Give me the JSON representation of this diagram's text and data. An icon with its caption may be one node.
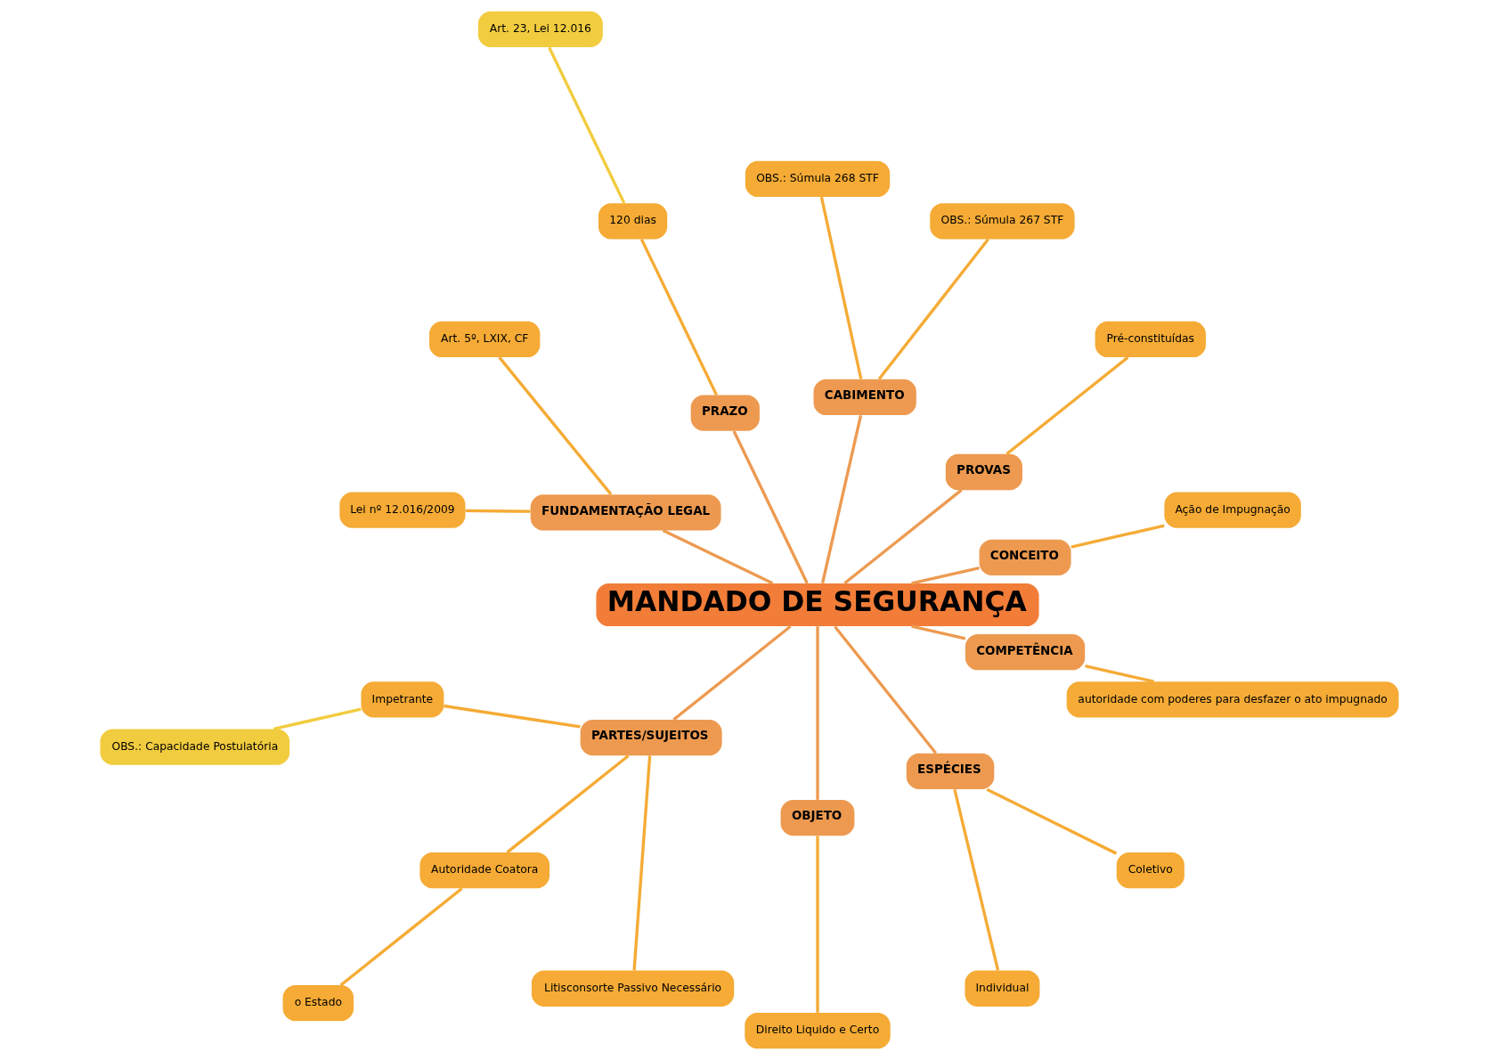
{
  "diagram": {
    "nodes": [
      {
        "text": [
          "MANDADO DE SEGURANÇA"
        ]
      },
      {
        "text": [
          "CONCEITO"
        ]
      },
      {
        "text": [
          "Ação de Impugnação"
        ]
      },
      {
        "text": [
          "PROVAS"
        ]
      },
      {
        "text": [
          "Pré-constituídas"
        ]
      },
      {
        "text": [
          "CABIMENTO"
        ]
      },
      {
        "text": [
          "OBS.: Súmula 267 STF"
        ]
      },
      {
        "text": [
          "OBS.: Súmula 268 STF"
        ]
      },
      {
        "text": [
          "PRAZO"
        ]
      },
      {
        "text": [
          "120 dias"
        ]
      },
      {
        "text": [
          "Art. 23, Lei 12.016"
        ]
      },
      {
        "text": [
          "FUNDAMENTAÇÃO LEGAL"
        ]
      },
      {
        "text": [
          "Art. 5º, LXIX, CF"
        ]
      },
      {
        "text": [
          "Lei nº 12.016/2009"
        ]
      },
      {
        "text": [
          "PARTES/SUJEITOS"
        ]
      },
      {
        "text": [
          "Impetrante"
        ]
      },
      {
        "text": [
          "OBS.: Capacidade Postulatória"
        ]
      },
      {
        "text": [
          "Autoridade Coatora"
        ]
      },
      {
        "text": [
          "o Estado"
        ]
      },
      {
        "text": [
          "Litisconsorte Passivo Necessário"
        ]
      },
      {
        "text": [
          "OBJETO"
        ]
      },
      {
        "text": [
          "Direito Liquido e Certo"
        ]
      },
      {
        "text": [
          "ESPÉCIES"
        ]
      },
      {
        "text": [
          "Individual"
        ]
      },
      {
        "text": [
          "Coletivo"
        ]
      },
      {
        "text": [
          "COMPETÊNCIA"
        ]
      },
      {
        "text": [
          "autoridade com poderes para desfazer o ato impugnado"
        ]
      }
    ],
    "edges": [
      {
        "from": 0,
        "to": 1,
        "arrow": "none",
        "color": "#ed9a50"
      },
      {
        "from": 1,
        "to": 2,
        "arrow": "none"
      },
      {
        "from": 0,
        "to": 3,
        "arrow": "none",
        "color": "#ed9a50"
      },
      {
        "from": 3,
        "to": 4,
        "arrow": "none"
      },
      {
        "from": 0,
        "to": 5,
        "arrow": "none",
        "color": "#ed9a50"
      },
      {
        "from": 5,
        "to": 6,
        "arrow": "none"
      },
      {
        "from": 5,
        "to": 7,
        "arrow": "none"
      },
      {
        "from": 0,
        "to": 8,
        "arrow": "none",
        "color": "#ed9a50"
      },
      {
        "from": 8,
        "to": 9,
        "arrow": "none"
      },
      {
        "from": 9,
        "to": 10,
        "arrow": "none",
        "color": "#f2cc3f"
      },
      {
        "from": 0,
        "to": 11,
        "arrow": "none",
        "color": "#ed9a50"
      },
      {
        "from": 11,
        "to": 12,
        "arrow": "none"
      },
      {
        "from": 11,
        "to": 13,
        "arrow": "none"
      },
      {
        "from": 0,
        "to": 14,
        "arrow": "none",
        "color": "#ed9a50"
      },
      {
        "from": 14,
        "to": 15,
        "arrow": "none"
      },
      {
        "from": 15,
        "to": 16,
        "arrow": "none",
        "color": "#f2cc3f"
      },
      {
        "from": 14,
        "to": 17,
        "arrow": "none"
      },
      {
        "from": 17,
        "to": 18,
        "arrow": "none"
      },
      {
        "from": 14,
        "to": 19,
        "arrow": "none"
      },
      {
        "from": 0,
        "to": 20,
        "arrow": "none",
        "color": "#ed9a50"
      },
      {
        "from": 20,
        "to": 21,
        "arrow": "none"
      },
      {
        "from": 0,
        "to": 22,
        "arrow": "none",
        "color": "#ed9a50"
      },
      {
        "from": 22,
        "to": 23,
        "arrow": "none"
      },
      {
        "from": 22,
        "to": 24,
        "arrow": "none"
      },
      {
        "from": 0,
        "to": 25,
        "arrow": "none",
        "color": "#ed9a50"
      },
      {
        "from": 25,
        "to": 26,
        "arrow": "none"
      }
    ]
  }
}
